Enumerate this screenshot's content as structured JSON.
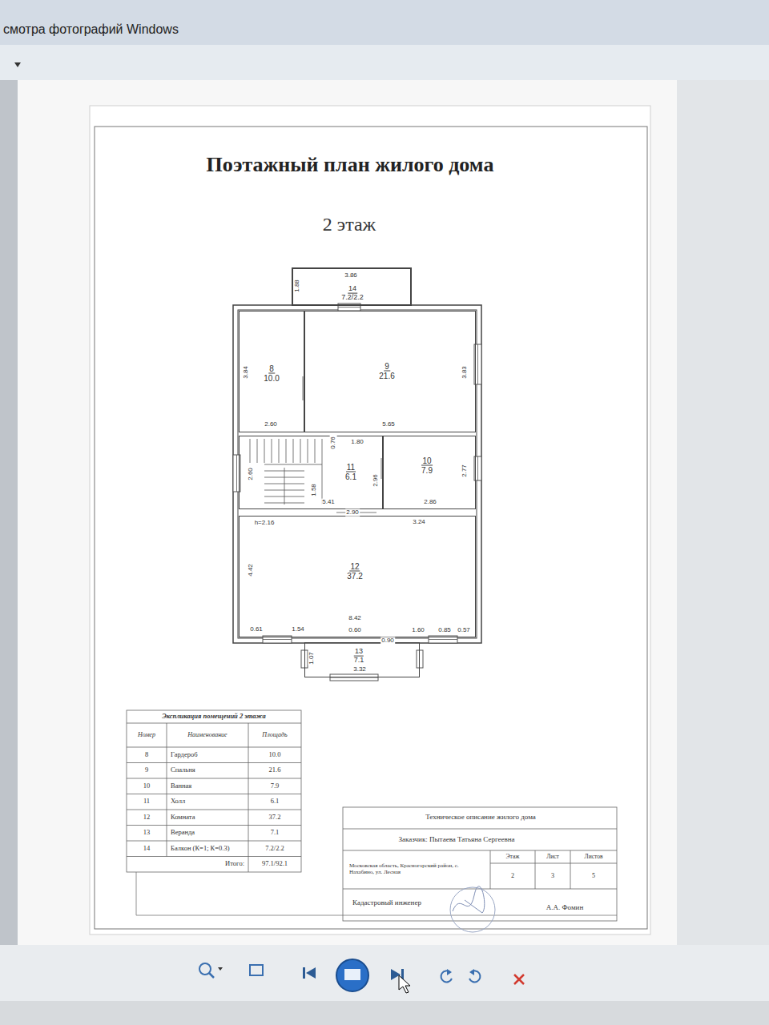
{
  "diagram": {
    "title": "Поэтажный план жилого дома",
    "nodes": [
      {
        "text": [
          "14",
          "7.2/2.2"
        ]
      },
      {
        "text": [
          "8",
          "10.0"
        ]
      },
      {
        "text": [
          "9",
          "21.6"
        ]
      },
      {
        "text": [
          "11",
          "6.1"
        ]
      },
      {
        "text": [
          "10",
          "7.9"
        ]
      },
      {
        "text": [
          "12",
          "37.2"
        ]
      },
      {
        "text": [
          "13",
          "7.1"
        ]
      }
    ],
    "labels": [
      "смотра фотографий Windows",
      "2 этаж",
      "3.86",
      "1.88",
      "3.84",
      "3.83",
      "2.60",
      "5.65",
      "0.76",
      "1.80",
      "2.60",
      "1.58",
      "2.96",
      "2.77",
      "5.41",
      "2.90",
      "2.86",
      "h=2.16",
      "3.24",
      "4.42",
      "8.42",
      "0.61",
      "1.54",
      "0.60",
      "0.90",
      "1.60",
      "0.85",
      "0.57",
      "1.07",
      "3.32",
      "Экспликация помещений 2 этажа",
      "Номер",
      "Наименование",
      "Площадь",
      "8",
      "Гардероб",
      "10.0",
      "9",
      "Спальня",
      "21.6",
      "10",
      "Ванная",
      "7.9",
      "11",
      "Холл",
      "6.1",
      "12",
      "Комната",
      "37.2",
      "13",
      "Веранда",
      "7.1",
      "14",
      "Балкон (К=1; К=0.3)",
      "7.2/2.2",
      "Итого:",
      "97.1/92.1",
      "Техническое описание жилого дома",
      "Заказчик: Пытаева Татьяна Сергеевна",
      "Московская область, Красногорский район, с. Нахабино, ул. Лесная",
      "Этаж",
      "Лист",
      "Листов",
      "2",
      "3",
      "5",
      "Кадастровый инженер",
      "А.А. Фомин"
    ]
  }
}
